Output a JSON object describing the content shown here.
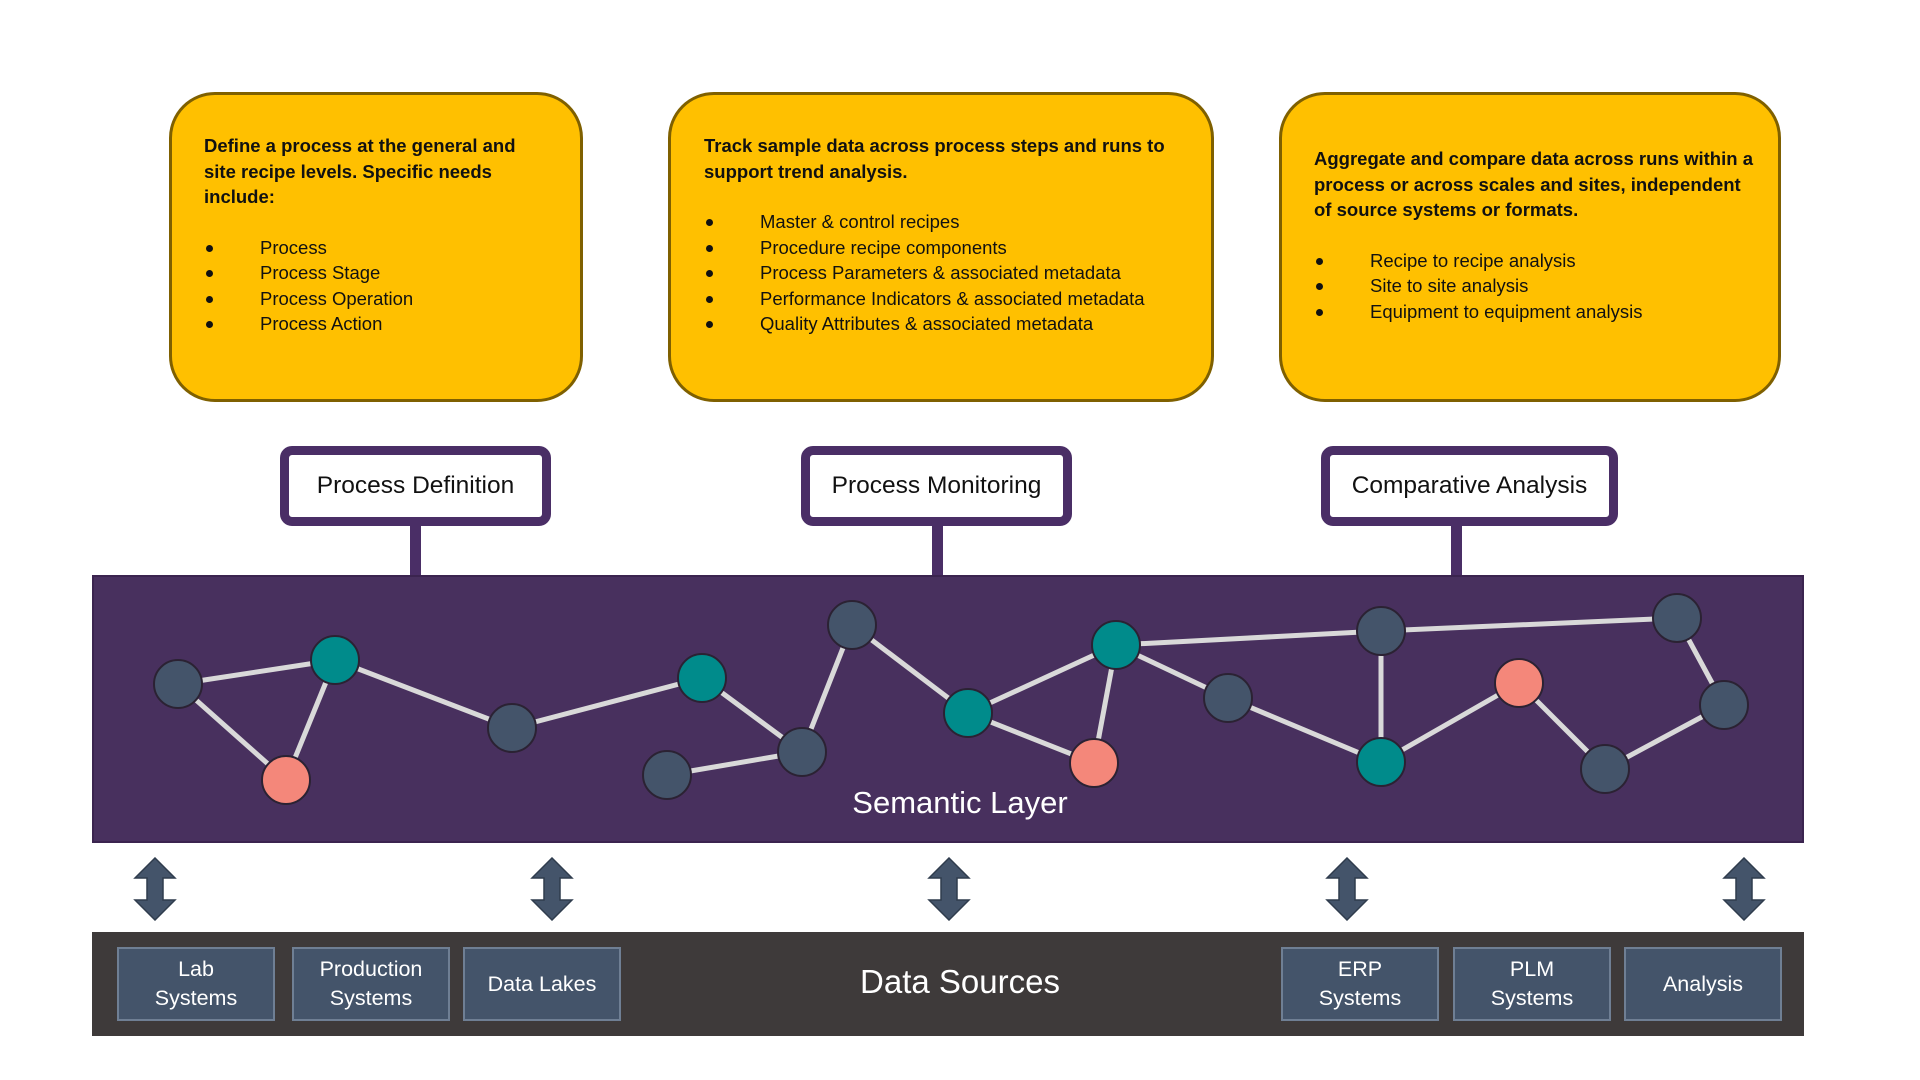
{
  "colors": {
    "card_fill": "#FFC000",
    "card_border": "#7F6000",
    "purple": "#4A2E66",
    "semantic_band": "#48305E",
    "sources_band": "#3E3A3A",
    "source_box": "#44546A",
    "node_slate": "#44546A",
    "node_teal": "#008B8B",
    "node_salmon": "#F4877A",
    "edge": "#D9D9D9"
  },
  "cards": [
    {
      "title": "Define a process at the general and site recipe levels. Specific needs include:",
      "items": [
        "Process",
        "Process Stage",
        "Process Operation",
        "Process Action"
      ]
    },
    {
      "title": "Track sample data across process steps and runs to support trend analysis.",
      "items": [
        "Master & control recipes",
        "Procedure recipe components",
        "Process Parameters & associated metadata",
        "Performance Indicators & associated metadata",
        "Quality Attributes & associated metadata"
      ]
    },
    {
      "title": "Aggregate and compare data across runs within a process or across scales and sites, independent of source systems or formats.",
      "items": [
        "Recipe to recipe analysis",
        "Site to site analysis",
        "Equipment to equipment analysis"
      ]
    }
  ],
  "capabilities": [
    "Process Definition",
    "Process Monitoring",
    "Comparative Analysis"
  ],
  "semantic_layer": {
    "label": "Semantic Layer"
  },
  "data_sources": {
    "label": "Data Sources",
    "systems": [
      "Lab Systems",
      "Production Systems",
      "Data Lakes",
      "ERP Systems",
      "PLM Systems",
      "Analysis"
    ]
  },
  "network": {
    "nodes": [
      {
        "id": "n1",
        "color": "slate"
      },
      {
        "id": "n2",
        "color": "teal"
      },
      {
        "id": "n3",
        "color": "salmon"
      },
      {
        "id": "n4",
        "color": "slate"
      },
      {
        "id": "n5",
        "color": "teal"
      },
      {
        "id": "n6",
        "color": "slate"
      },
      {
        "id": "n7",
        "color": "slate"
      },
      {
        "id": "n8",
        "color": "slate"
      },
      {
        "id": "n9",
        "color": "teal"
      },
      {
        "id": "n10",
        "color": "salmon"
      },
      {
        "id": "n11",
        "color": "teal"
      },
      {
        "id": "n12",
        "color": "slate"
      },
      {
        "id": "n13",
        "color": "slate"
      },
      {
        "id": "n14",
        "color": "teal"
      },
      {
        "id": "n15",
        "color": "salmon"
      },
      {
        "id": "n16",
        "color": "slate"
      },
      {
        "id": "n17",
        "color": "slate"
      },
      {
        "id": "n18",
        "color": "slate"
      }
    ],
    "edges": [
      [
        "n1",
        "n2"
      ],
      [
        "n1",
        "n3"
      ],
      [
        "n2",
        "n3"
      ],
      [
        "n2",
        "n4"
      ],
      [
        "n4",
        "n5"
      ],
      [
        "n5",
        "n6"
      ],
      [
        "n7",
        "n6"
      ],
      [
        "n6",
        "n8"
      ],
      [
        "n8",
        "n9"
      ],
      [
        "n9",
        "n11"
      ],
      [
        "n9",
        "n10"
      ],
      [
        "n11",
        "n10"
      ],
      [
        "n11",
        "n12"
      ],
      [
        "n11",
        "n13"
      ],
      [
        "n12",
        "n14"
      ],
      [
        "n13",
        "n14"
      ],
      [
        "n13",
        "n17"
      ],
      [
        "n14",
        "n15"
      ],
      [
        "n15",
        "n16"
      ],
      [
        "n16",
        "n18"
      ],
      [
        "n18",
        "n17"
      ]
    ]
  }
}
